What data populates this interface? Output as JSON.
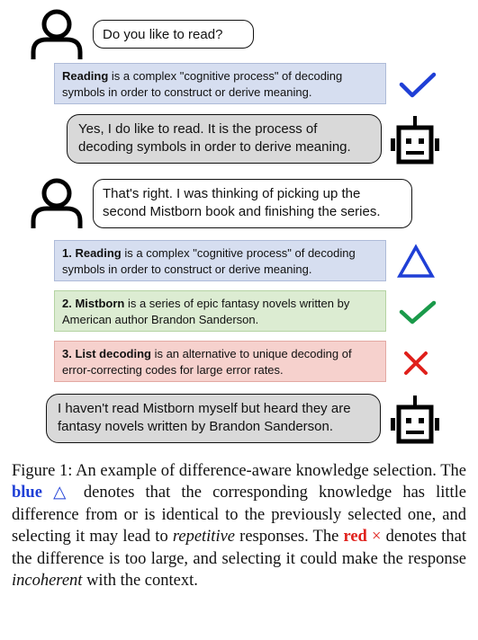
{
  "dialogue": {
    "user_turn_1": "Do you like to read?",
    "knowledge_1": {
      "term": "Reading",
      "rest": " is a complex \"cognitive process\" of decoding symbols in order to construct or derive meaning."
    },
    "bot_turn_1": "Yes, I do like to read. It is the process of decoding symbols in order to derive meaning.",
    "user_turn_2": "That's right. I was thinking of picking up the second Mistborn book and finishing the series.",
    "candidates": [
      {
        "term": "1. Reading",
        "rest": " is a complex \"cognitive process\" of decoding symbols in order to construct or derive meaning.",
        "mark": "triangle-icon",
        "color": "#1f3fd6"
      },
      {
        "term": "2. Mistborn",
        "rest": " is a series of epic fantasy novels written by American author Brandon Sanderson.",
        "mark": "check-icon",
        "color": "#1a9a4a"
      },
      {
        "term": "3. List decoding",
        "rest": " is an alternative to unique decoding of error-correcting codes for large error rates.",
        "mark": "cross-icon",
        "color": "#e0201b"
      }
    ],
    "bot_turn_2": "I haven't read Mistborn myself but heard they are fantasy novels written by Brandon Sanderson."
  },
  "caption": {
    "prefix": "Figure 1: An example of difference-aware knowledge selection. The ",
    "blue_word": "blue",
    "triangle_symbol": "△",
    "mid1": " denotes that the corresponding knowledge has little difference from or is identical to the previously selected one, and selecting it may lead to ",
    "repetitive": "repetitive",
    "mid2": " responses. The ",
    "red_word": "red",
    "cross_symbol": "×",
    "mid3": " denotes that the difference is too large, and selecting it could make the response ",
    "incoherent": "incoherent",
    "suffix": " with the context."
  },
  "colors": {
    "blue_mark": "#1f3fd6",
    "green_mark": "#1a9a4a",
    "red_mark": "#e0201b"
  }
}
